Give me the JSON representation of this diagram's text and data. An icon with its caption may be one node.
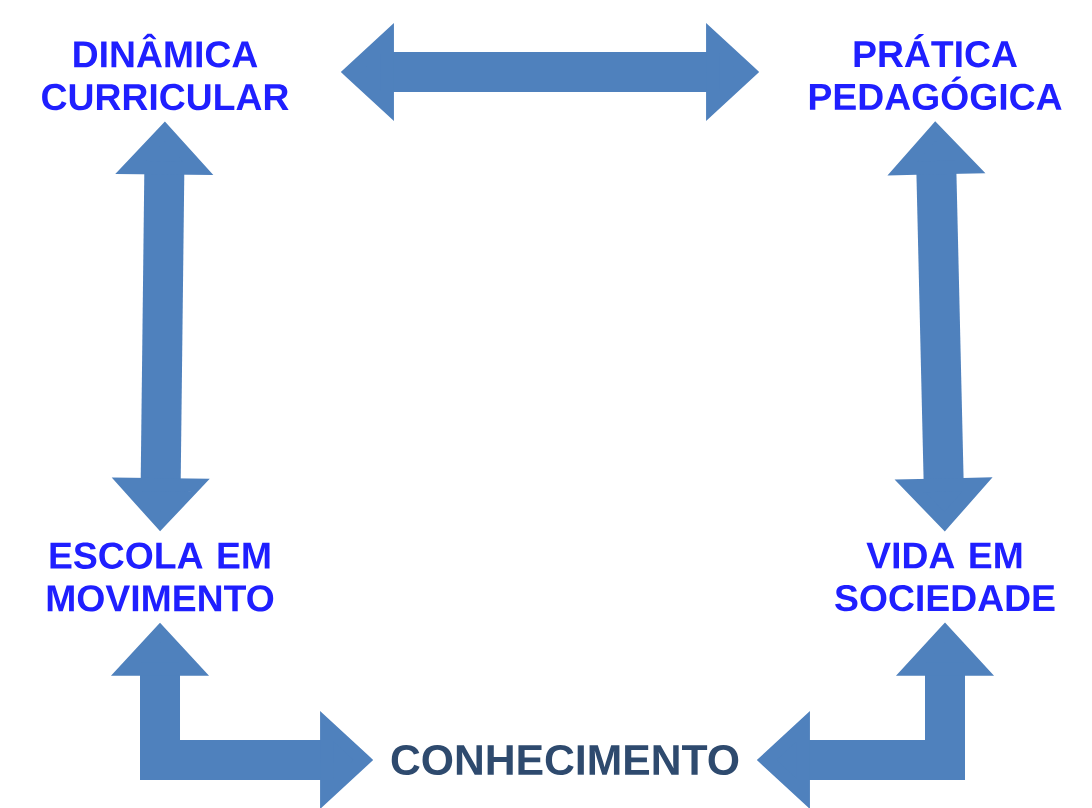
{
  "diagram": {
    "nodes": [
      {
        "text": [
          "DINÂMICA CURRICULAR"
        ]
      },
      {
        "text": [
          "PRÁTICA PEDAGÓGICA"
        ]
      },
      {
        "text": [
          "ESCOLA EM MOVIMENTO"
        ]
      },
      {
        "text": [
          "VIDA EM SOCIEDADE"
        ]
      },
      {
        "text": [
          "CONHECIMENTO"
        ]
      }
    ],
    "edges": [
      {
        "from": 0,
        "to": 1,
        "arrow": "both"
      },
      {
        "from": 0,
        "to": 2,
        "arrow": "both"
      },
      {
        "from": 1,
        "to": 3,
        "arrow": "both"
      },
      {
        "from": 2,
        "to": 4,
        "arrow": "both"
      },
      {
        "from": 3,
        "to": 4,
        "arrow": "both"
      }
    ]
  }
}
